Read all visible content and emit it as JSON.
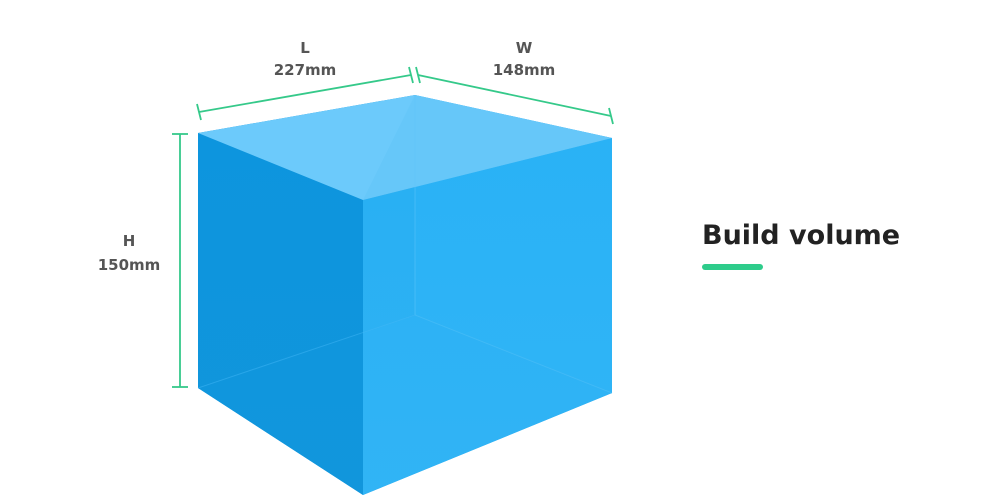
{
  "title": "Build volume",
  "dimensions": {
    "length": {
      "letter": "L",
      "value": "227mm"
    },
    "width": {
      "letter": "W",
      "value": "148mm"
    },
    "height": {
      "letter": "H",
      "value": "150mm"
    }
  },
  "colors": {
    "accent": "#2ecc8b",
    "dim_line": "#35c98a",
    "label_text": "#555555",
    "title_text": "#222222",
    "cube_front": "#0c93dd",
    "cube_right": "#27aff3",
    "cube_top": "#6ecbfb"
  }
}
